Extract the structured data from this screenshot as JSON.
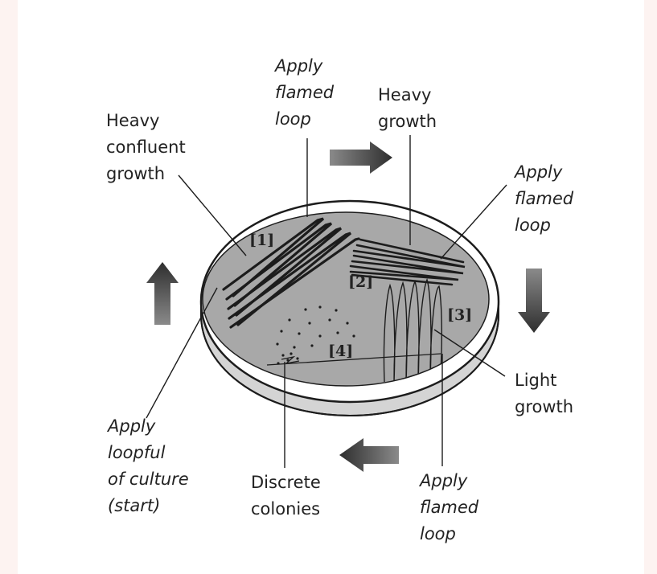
{
  "labels": {
    "top_apply": "Apply\nflamed\nloop",
    "heavy_growth": "Heavy\ngrowth",
    "heavy_confluent": "Heavy\nconfluent\ngrowth",
    "right_apply": "Apply\nflamed\nloop",
    "light_growth": "Light\ngrowth",
    "bottom_apply": "Apply\nflamed\nloop",
    "discrete": "Discrete\ncolonies",
    "start": "Apply\nloopful\nof culture\n(start)"
  },
  "sections": [
    "[1]",
    "[2]",
    "[3]",
    "[4]"
  ],
  "colors": {
    "agar": "#a8a8a8",
    "ink": "#1c1c1c",
    "arrow_dark": "#2e2e2e",
    "arrow_light": "#8a8a8a"
  }
}
